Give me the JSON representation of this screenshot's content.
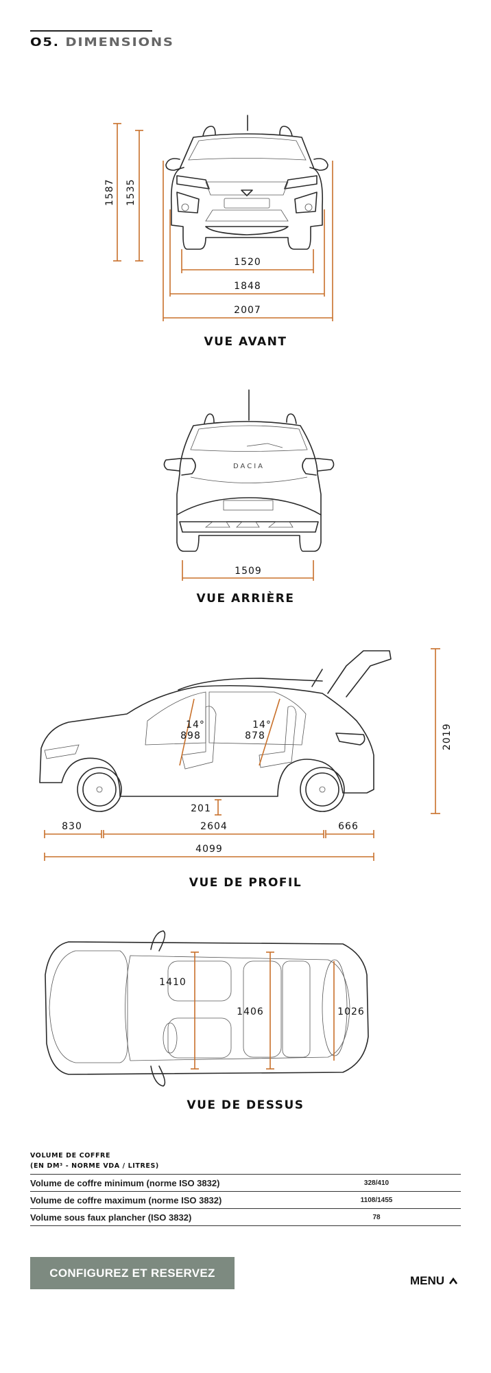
{
  "header": {
    "section_number": "O5.",
    "section_title": "DIMENSIONS"
  },
  "colors": {
    "dimension_line": "#c8702a",
    "drawing_stroke": "#2a2a2a",
    "cta_background": "#7d8a80",
    "title_grey": "#666666"
  },
  "views": {
    "front": {
      "title": "VUE AVANT",
      "dimensions": {
        "height_total": "1587",
        "height_body": "1535",
        "track_front": "1520",
        "width_without_mirrors": "1848",
        "width_with_mirrors": "2007"
      }
    },
    "rear": {
      "title": "VUE ARRIÈRE",
      "dimensions": {
        "track_rear": "1509"
      }
    },
    "profile": {
      "title": "VUE DE PROFIL",
      "dimensions": {
        "front_angle": "14°",
        "front_headroom": "898",
        "rear_angle": "14°",
        "rear_headroom": "878",
        "height_tailgate_open": "2019",
        "ground_clearance": "201",
        "front_overhang": "830",
        "wheelbase": "2604",
        "rear_overhang": "666",
        "length": "4099"
      }
    },
    "top": {
      "title": "VUE DE DESSUS",
      "dimensions": {
        "front_elbow_width": "1410",
        "rear_elbow_width": "1406",
        "boot_width": "1026"
      }
    }
  },
  "boot_volume": {
    "heading_line1": "VOLUME DE COFFRE",
    "heading_line2": "(EN DM³ - NORME VDA / LITRES)",
    "rows": [
      {
        "label": "Volume de coffre minimum (norme ISO 3832)",
        "value": "328/410"
      },
      {
        "label": "Volume de coffre maximum (norme ISO 3832)",
        "value": "1108/1455"
      },
      {
        "label": "Volume sous faux plancher (ISO 3832)",
        "value": "78"
      }
    ]
  },
  "footer": {
    "cta_label": "CONFIGUREZ ET RESERVEZ",
    "menu_label": "MENU",
    "menu_icon": "chevron-up-icon"
  }
}
